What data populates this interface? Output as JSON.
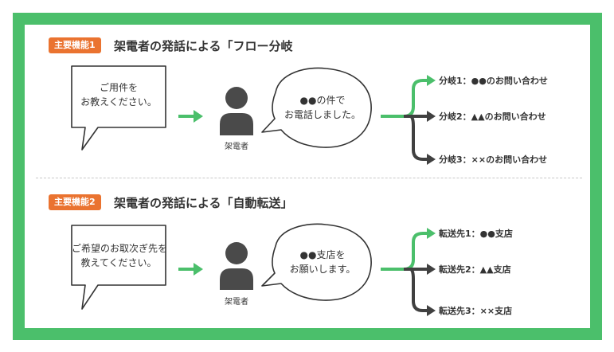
{
  "colors": {
    "frame": "#4bbf6b",
    "badge": "#ea7330",
    "arrow_green": "#4bbf6b",
    "arrow_dark": "#404040",
    "person": "#4a4a4a"
  },
  "section1": {
    "badge": "主要機能1",
    "title": "架電者の発話による「フロー分岐",
    "left_bubble": [
      "ご用件を",
      "お教えください。"
    ],
    "person_label": "架電者",
    "right_bubble": [
      "●●の件で",
      "お電話しました。"
    ],
    "branches": [
      "分岐1：●●のお問い合わせ",
      "分岐2：▲▲のお問い合わせ",
      "分岐3：××のお問い合わせ"
    ]
  },
  "section2": {
    "badge": "主要機能2",
    "title": "架電者の発話による「自動転送」",
    "left_bubble": [
      "ご希望のお取次ぎ先を",
      "教えてください。"
    ],
    "person_label": "架電者",
    "right_bubble": [
      "●●支店を",
      "お願いします。"
    ],
    "branches": [
      "転送先1：●●支店",
      "転送先2：▲▲支店",
      "転送先3：××支店"
    ]
  }
}
